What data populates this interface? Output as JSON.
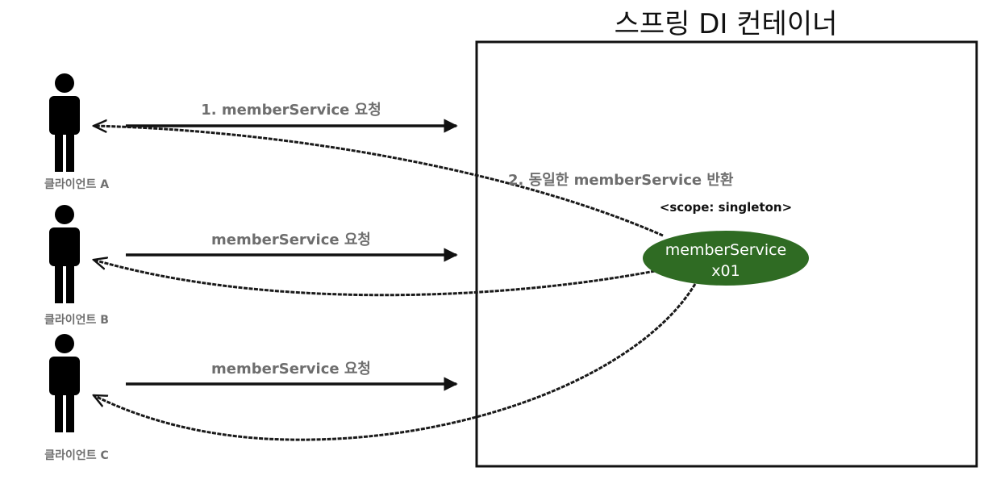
{
  "container": {
    "title": "스프링 DI 컨테이너"
  },
  "clients": [
    {
      "label": "클라이언트 A",
      "request_label": "1. memberService 요청"
    },
    {
      "label": "클라이언트 B",
      "request_label": "memberService 요청"
    },
    {
      "label": "클라이언트 C",
      "request_label": "memberService 요청"
    }
  ],
  "return_label": "2. 동일한 memberService 반환",
  "bean": {
    "scope": "<scope: singleton>",
    "name": "memberService",
    "id": "x01"
  },
  "colors": {
    "bean_fill": "#2f6b23",
    "stroke": "#111111",
    "label_gray": "#6e6e6e"
  },
  "icons": {
    "client": "person-icon"
  }
}
